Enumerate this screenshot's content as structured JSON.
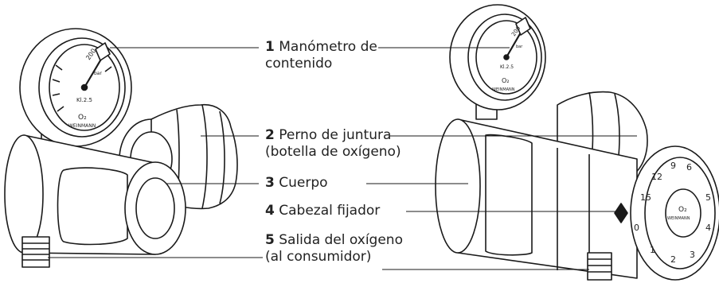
{
  "callouts": [
    {
      "number": "1",
      "text": "Manómetro de",
      "text2": "contenido"
    },
    {
      "number": "2",
      "text": "Perno de juntura",
      "text2": "(botella de oxígeno)"
    },
    {
      "number": "3",
      "text": "Cuerpo"
    },
    {
      "number": "4",
      "text": "Cabezal fijador"
    },
    {
      "number": "5",
      "text": "Salida del oxígeno",
      "text2": "(al consumidor)"
    }
  ],
  "gauge": {
    "scale_value": "200",
    "unit": "bar",
    "marking": "Kl.2.5",
    "gas": "O₂",
    "brand": "WEINMANN"
  },
  "dial": {
    "values": [
      "0",
      "15",
      "12",
      "9",
      "6",
      "5",
      "4",
      "3",
      "2",
      "1"
    ],
    "gas": "O₂",
    "brand": "WEINMANN"
  }
}
